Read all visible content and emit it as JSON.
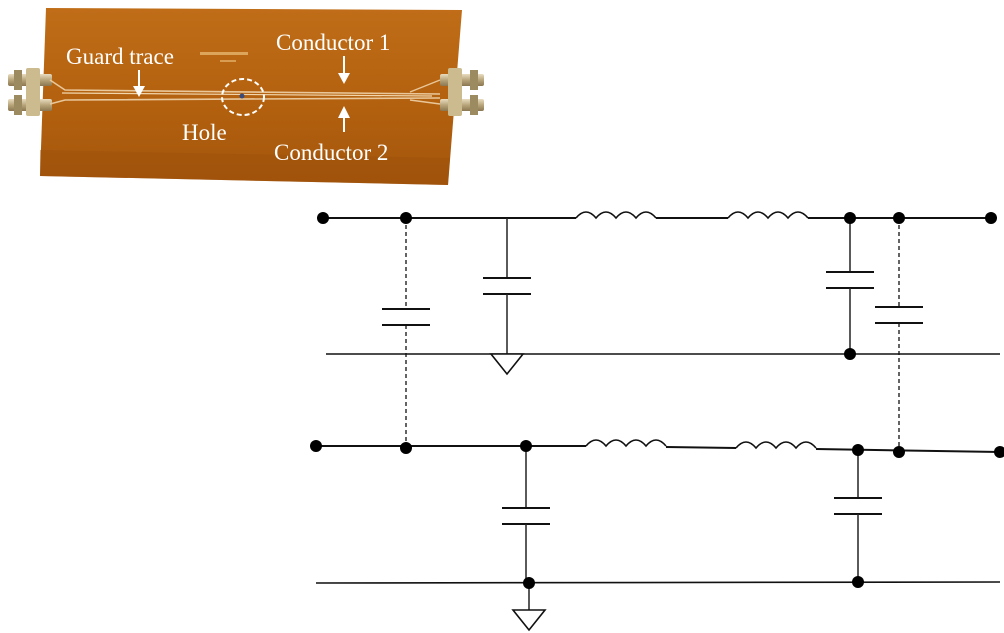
{
  "photo": {
    "labels": {
      "guard_trace": "Guard trace",
      "conductor_1": "Conductor 1",
      "conductor_2": "Conductor 2",
      "hole": "Hole"
    },
    "board_color": "#b4630f",
    "connector_color": "#c8b890"
  },
  "circuit": {
    "wire_color": "#111111",
    "node_color": "#000000"
  }
}
